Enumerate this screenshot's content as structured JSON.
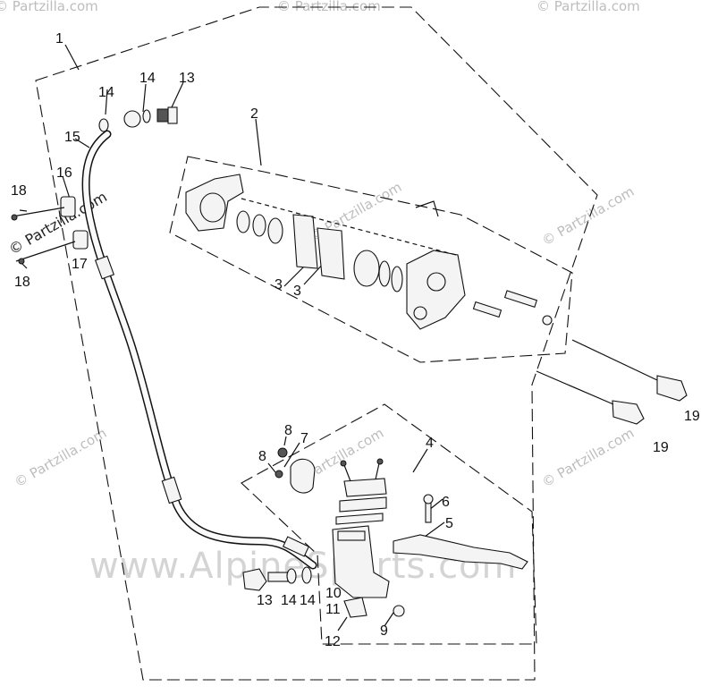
{
  "diagram": {
    "callouts": {
      "c1": "1",
      "c2": "2",
      "c3a": "3",
      "c3b": "3",
      "c4": "4",
      "c5": "5",
      "c6": "6",
      "c7": "7",
      "c8a": "8",
      "c8b": "8",
      "c9": "9",
      "c10": "10",
      "c11": "11",
      "c12": "12",
      "c13a": "13",
      "c13b": "13",
      "c14a": "14",
      "c14b": "14",
      "c14c": "14",
      "c14d": "14",
      "c15": "15",
      "c16": "16",
      "c17": "17",
      "c18a": "18",
      "c18b": "18",
      "c19a": "19",
      "c19b": "19"
    },
    "watermarks": {
      "partzilla": "© Partzilla.com",
      "alpine": "www.AlpineSports.com"
    }
  }
}
